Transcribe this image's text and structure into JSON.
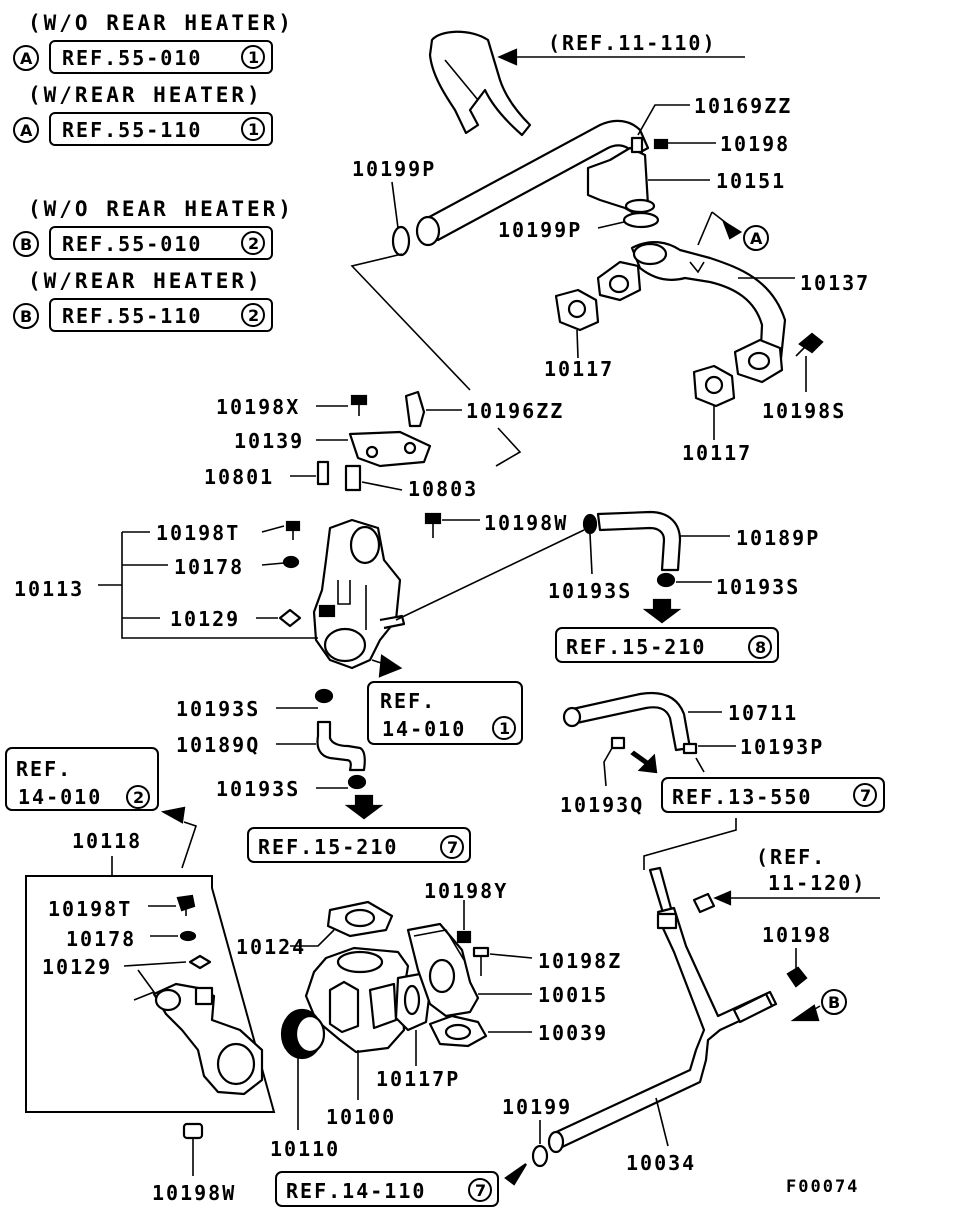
{
  "notes": {
    "wo_rear_heater_1": "(W/O REAR HEATER)",
    "w_rear_heater_1": "(W/REAR HEATER)",
    "wo_rear_heater_2": "(W/O REAR HEATER)",
    "w_rear_heater_2": "(W/REAR HEATER)"
  },
  "markers": {
    "a": "A",
    "b": "B"
  },
  "refs": {
    "r1": {
      "text": "REF.55-010",
      "num": "1"
    },
    "r2": {
      "text": "REF.55-110",
      "num": "1"
    },
    "r3": {
      "text": "REF.55-010",
      "num": "2"
    },
    "r4": {
      "text": "REF.55-110",
      "num": "2"
    },
    "r5": {
      "text": "(REF.11-110)"
    },
    "r6": {
      "text": "REF.15-210",
      "num": "8"
    },
    "r7": {
      "line1": "REF.",
      "line2": "14-010",
      "num": "1"
    },
    "r8": {
      "line1": "REF.",
      "line2": "14-010",
      "num": "2"
    },
    "r9": {
      "text": "REF.15-210",
      "num": "7"
    },
    "r10": {
      "text": "REF.13-550",
      "num": "7"
    },
    "r11": {
      "line1": "(REF.",
      "line2": "11-120)"
    },
    "r12": {
      "text": "REF.14-110",
      "num": "7"
    }
  },
  "parts": {
    "p10169ZZ": "10169ZZ",
    "p10198a": "10198",
    "p10151": "10151",
    "p10199P_a": "10199P",
    "p10199P_b": "10199P",
    "p10137": "10137",
    "p10117_a": "10117",
    "p10117_b": "10117",
    "p10198S": "10198S",
    "p10198X": "10198X",
    "p10196ZZ": "10196ZZ",
    "p10139": "10139",
    "p10801": "10801",
    "p10803": "10803",
    "p10198T_a": "10198T",
    "p10198W_a": "10198W",
    "p10189P": "10189P",
    "p10178_a": "10178",
    "p10113": "10113",
    "p10193S_a": "10193S",
    "p10193S_b": "10193S",
    "p10129_a": "10129",
    "p10193S_c": "10193S",
    "p10189Q": "10189Q",
    "p10711": "10711",
    "p10193P": "10193P",
    "p10193S_d": "10193S",
    "p10193Q": "10193Q",
    "p10118": "10118",
    "p10198Y": "10198Y",
    "p10198T_b": "10198T",
    "p10178_b": "10178",
    "p10124": "10124",
    "p10198Z": "10198Z",
    "p10129_b": "10129",
    "p10015": "10015",
    "p10198b": "10198",
    "p10039": "10039",
    "p10117P": "10117P",
    "p10100": "10100",
    "p10199": "10199",
    "p10110": "10110",
    "p10034": "10034",
    "p10198W_b": "10198W"
  },
  "figure_code": "F00074"
}
